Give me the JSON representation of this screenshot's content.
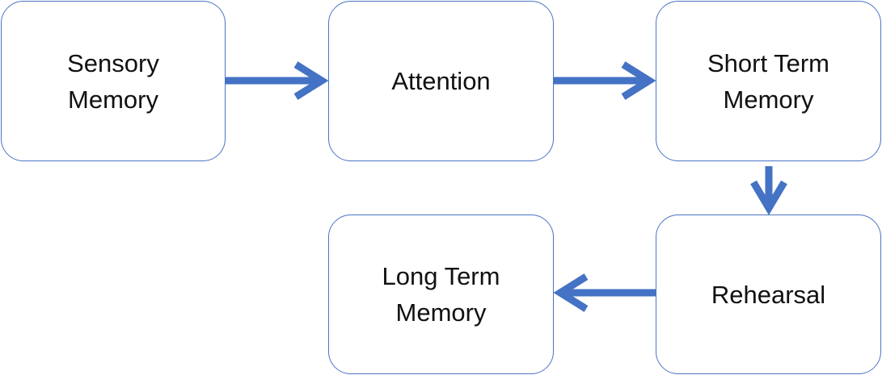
{
  "diagram": {
    "accent_color": "#4472c4",
    "nodes": {
      "sensory": {
        "line1": "Sensory",
        "line2": "Memory"
      },
      "attention": {
        "line1": "Attention"
      },
      "stm": {
        "line1": "Short Term",
        "line2": "Memory"
      },
      "rehearsal": {
        "line1": "Rehearsal"
      },
      "ltm": {
        "line1": "Long Term",
        "line2": "Memory"
      }
    },
    "edges": [
      {
        "from": "Sensory Memory",
        "to": "Attention"
      },
      {
        "from": "Attention",
        "to": "Short Term Memory"
      },
      {
        "from": "Short Term Memory",
        "to": "Rehearsal"
      },
      {
        "from": "Rehearsal",
        "to": "Long Term Memory"
      }
    ]
  }
}
